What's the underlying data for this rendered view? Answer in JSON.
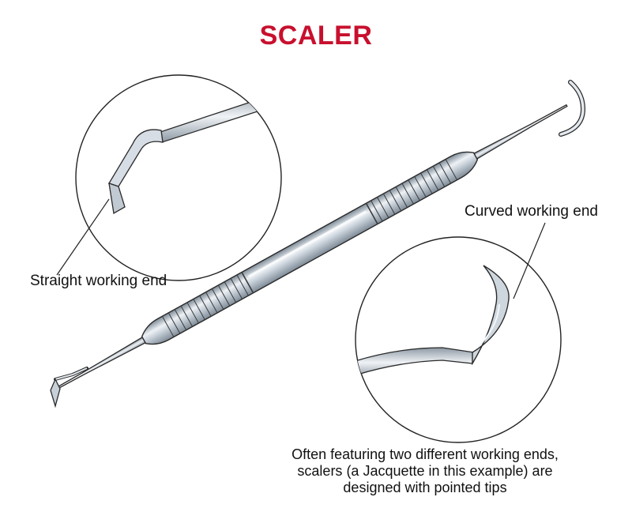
{
  "title": {
    "text": "SCALER",
    "color": "#c8102e"
  },
  "labels": {
    "straight": "Straight working end",
    "curved": "Curved working end"
  },
  "caption": {
    "lines": [
      "Often featuring two different working ends,",
      "scalers (a Jacquette in this example) are",
      "designed with pointed tips"
    ]
  },
  "colors": {
    "metal_light": "#e8edf2",
    "metal_mid": "#b9c4ce",
    "metal_dark": "#7d8a96",
    "outline": "#2a2a2a"
  }
}
